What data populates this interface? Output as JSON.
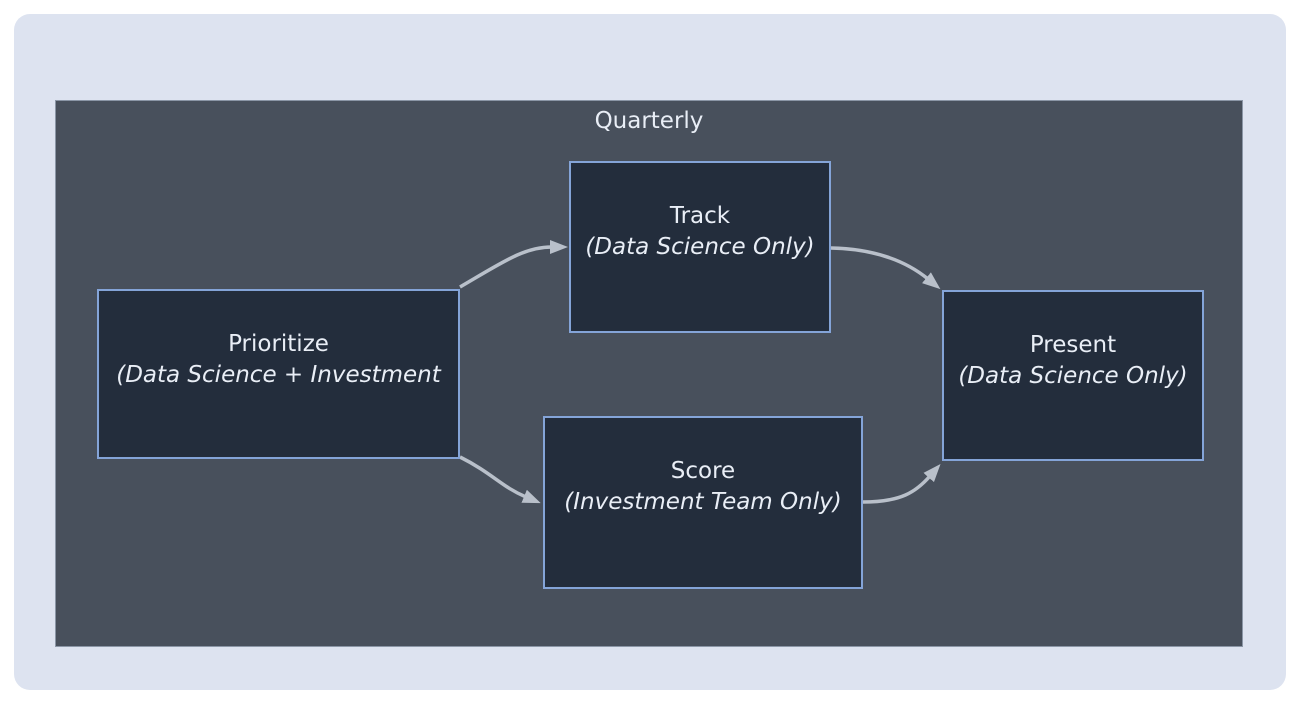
{
  "diagram": {
    "title": "Quarterly",
    "nodes": [
      {
        "id": "prioritize",
        "label": "Prioritize",
        "sublabel": "(Data Science + Investment"
      },
      {
        "id": "track",
        "label": "Track",
        "sublabel": "(Data Science Only)"
      },
      {
        "id": "score",
        "label": "Score",
        "sublabel": "(Investment Team Only)"
      },
      {
        "id": "present",
        "label": "Present",
        "sublabel": "(Data Science Only)"
      }
    ],
    "edges": [
      {
        "from": "Prioritize",
        "to": "Track"
      },
      {
        "from": "Prioritize",
        "to": "Score"
      },
      {
        "from": "Track",
        "to": "Present"
      },
      {
        "from": "Score",
        "to": "Present"
      }
    ],
    "colors": {
      "page_background": "#ffffff",
      "outer_background": "#dde3f0",
      "cluster_background": "#48505c",
      "cluster_border": "#8b96a6",
      "node_background": "#232d3c",
      "node_border": "#84a4d8",
      "text": "#e9eef6",
      "arrow": "#b9c0ca"
    }
  }
}
